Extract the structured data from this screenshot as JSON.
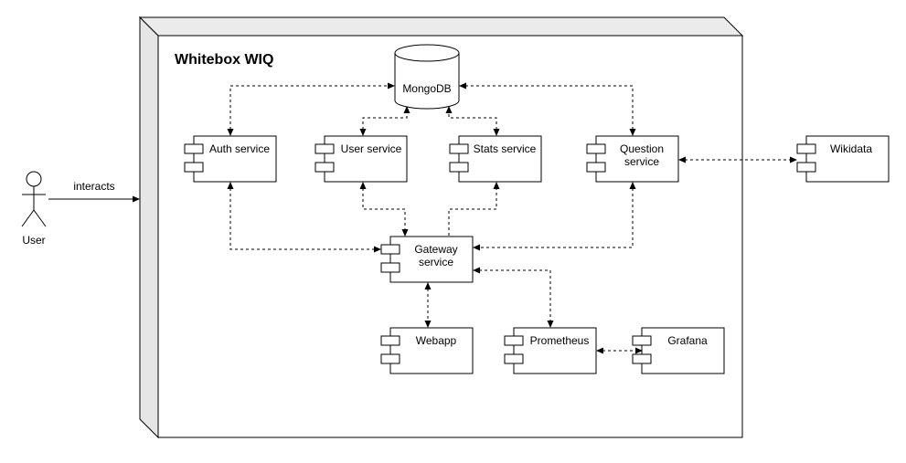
{
  "system": {
    "title": "Whitebox WIQ"
  },
  "actor": {
    "label": "User",
    "relation_label": "interacts"
  },
  "database": {
    "label": "MongoDB"
  },
  "components": {
    "auth": {
      "label": "Auth service"
    },
    "user": {
      "label": "User service"
    },
    "stats": {
      "label": "Stats service"
    },
    "question": {
      "label_line1": "Question",
      "label_line2": "service"
    },
    "gateway": {
      "label_line1": "Gateway",
      "label_line2": "service"
    },
    "webapp": {
      "label": "Webapp"
    },
    "prometheus": {
      "label": "Prometheus"
    },
    "grafana": {
      "label": "Grafana"
    },
    "wikidata": {
      "label": "Wikidata"
    }
  }
}
